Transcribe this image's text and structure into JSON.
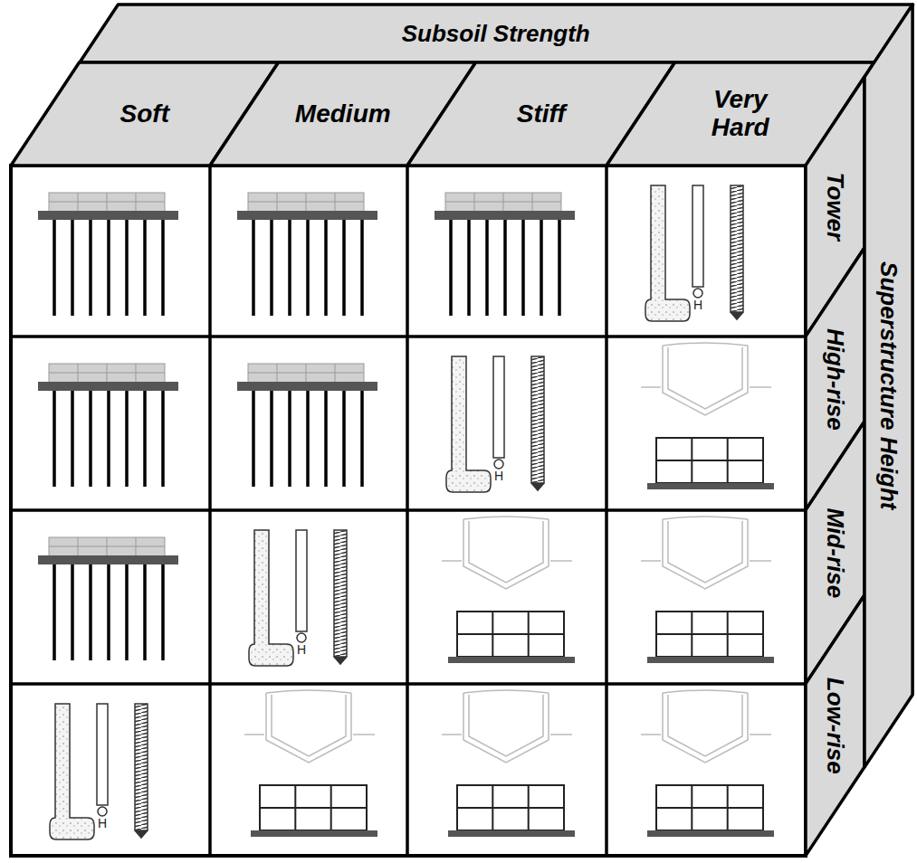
{
  "diagram": {
    "nodes": [
      {
        "text": [
          "Subsoil Strength"
        ]
      },
      {
        "text": [
          "Soft"
        ]
      },
      {
        "text": [
          "Medium"
        ]
      },
      {
        "text": [
          "Stiff"
        ]
      },
      {
        "text": [
          "Very Hard"
        ]
      },
      {
        "text": [
          "Tower"
        ]
      },
      {
        "text": [
          "High-rise"
        ]
      },
      {
        "text": [
          "Mid-rise"
        ]
      },
      {
        "text": [
          "Low-rise"
        ]
      },
      {
        "text": [
          "Superstructure Height"
        ]
      }
    ],
    "labels": [
      "H",
      "H",
      "H",
      "H"
    ]
  }
}
